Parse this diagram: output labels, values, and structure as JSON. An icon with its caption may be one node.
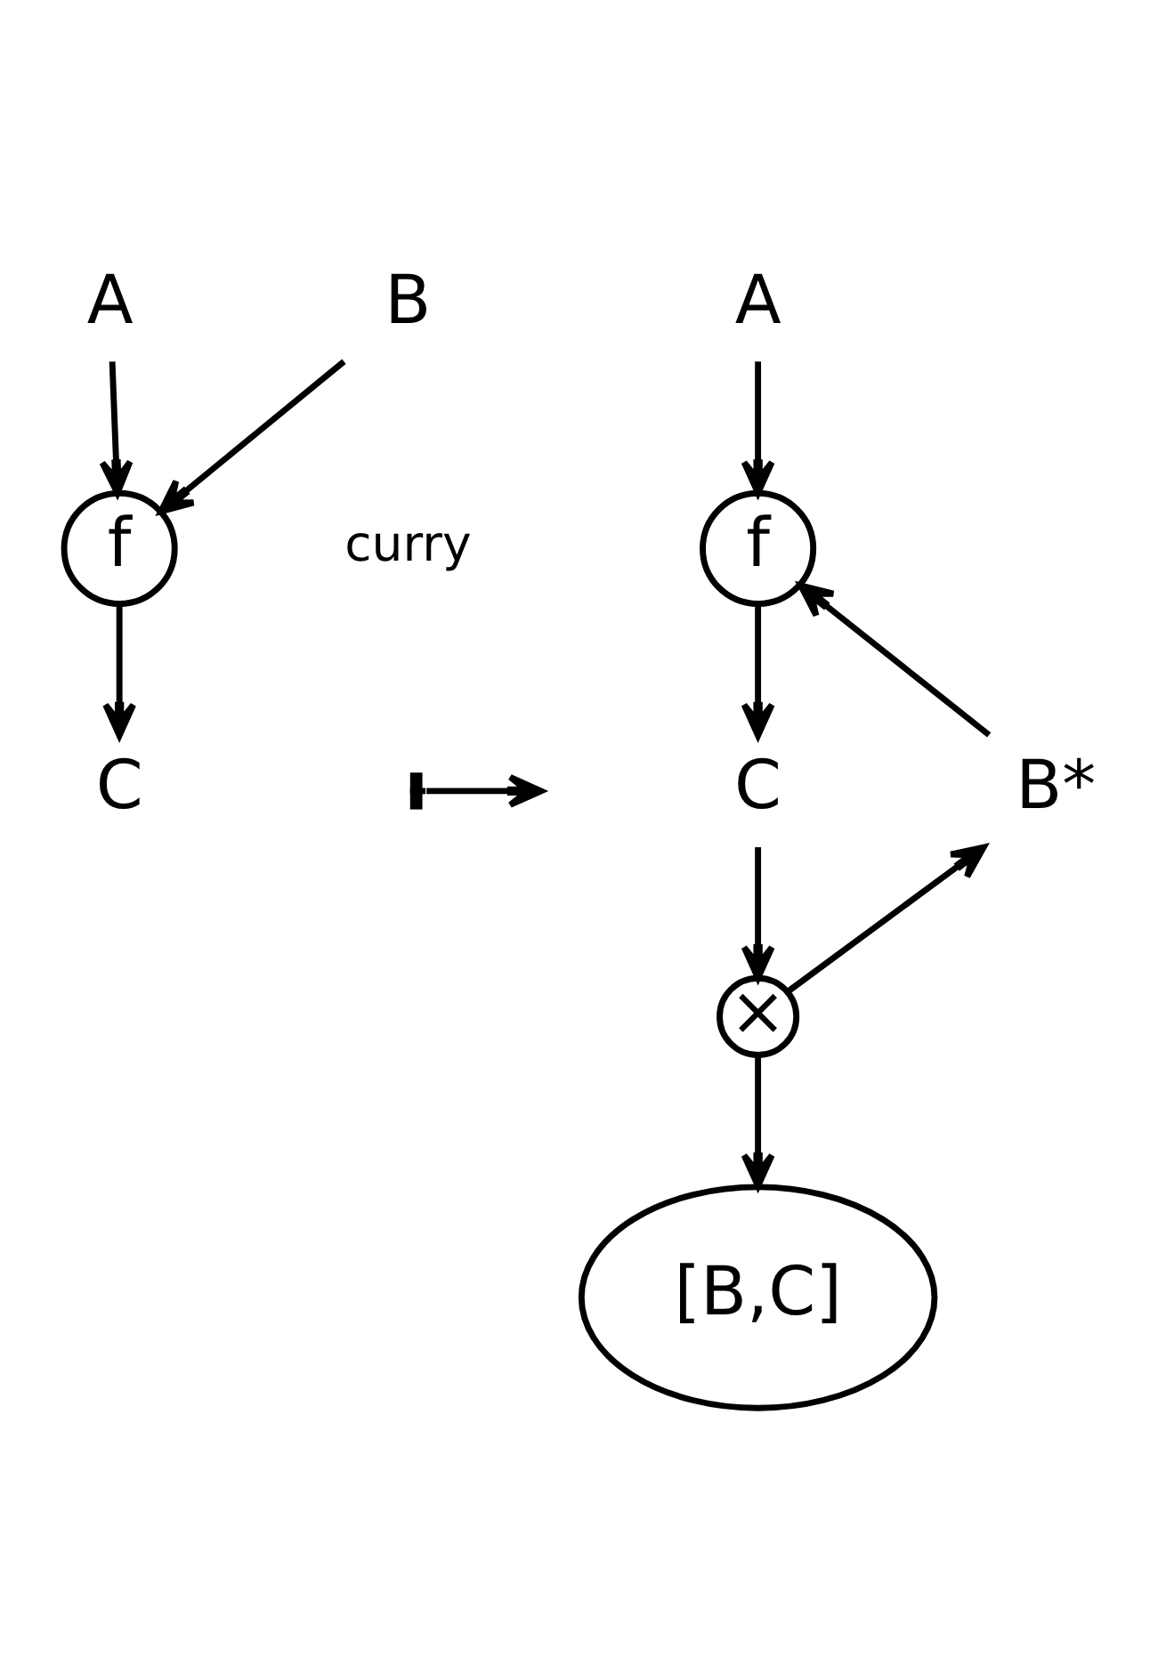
{
  "diagram": {
    "nodes": [
      {
        "text": [
          "A"
        ]
      },
      {
        "text": [
          "B"
        ]
      },
      {
        "text": [
          "f"
        ]
      },
      {
        "text": [
          "C"
        ]
      },
      {
        "text": [
          "A"
        ]
      },
      {
        "text": [
          "f"
        ]
      },
      {
        "text": [
          "C"
        ]
      },
      {
        "text": [
          "B*"
        ]
      },
      {
        "text": [
          "×"
        ]
      },
      {
        "text": [
          "[B,C]"
        ]
      }
    ],
    "edges": [
      {
        "from": 0,
        "to": 2,
        "arrow": "to"
      },
      {
        "from": 1,
        "to": 2,
        "arrow": "to"
      },
      {
        "from": 2,
        "to": 3,
        "arrow": "to"
      },
      {
        "from": 4,
        "to": 5,
        "arrow": "to"
      },
      {
        "from": 5,
        "to": 6,
        "arrow": "to"
      },
      {
        "from": 7,
        "to": 5,
        "arrow": "to"
      },
      {
        "from": 6,
        "to": 8,
        "arrow": "to"
      },
      {
        "from": 8,
        "to": 7,
        "arrow": "to"
      },
      {
        "from": 8,
        "to": 9,
        "arrow": "to"
      }
    ],
    "labels": [
      "curry"
    ]
  }
}
